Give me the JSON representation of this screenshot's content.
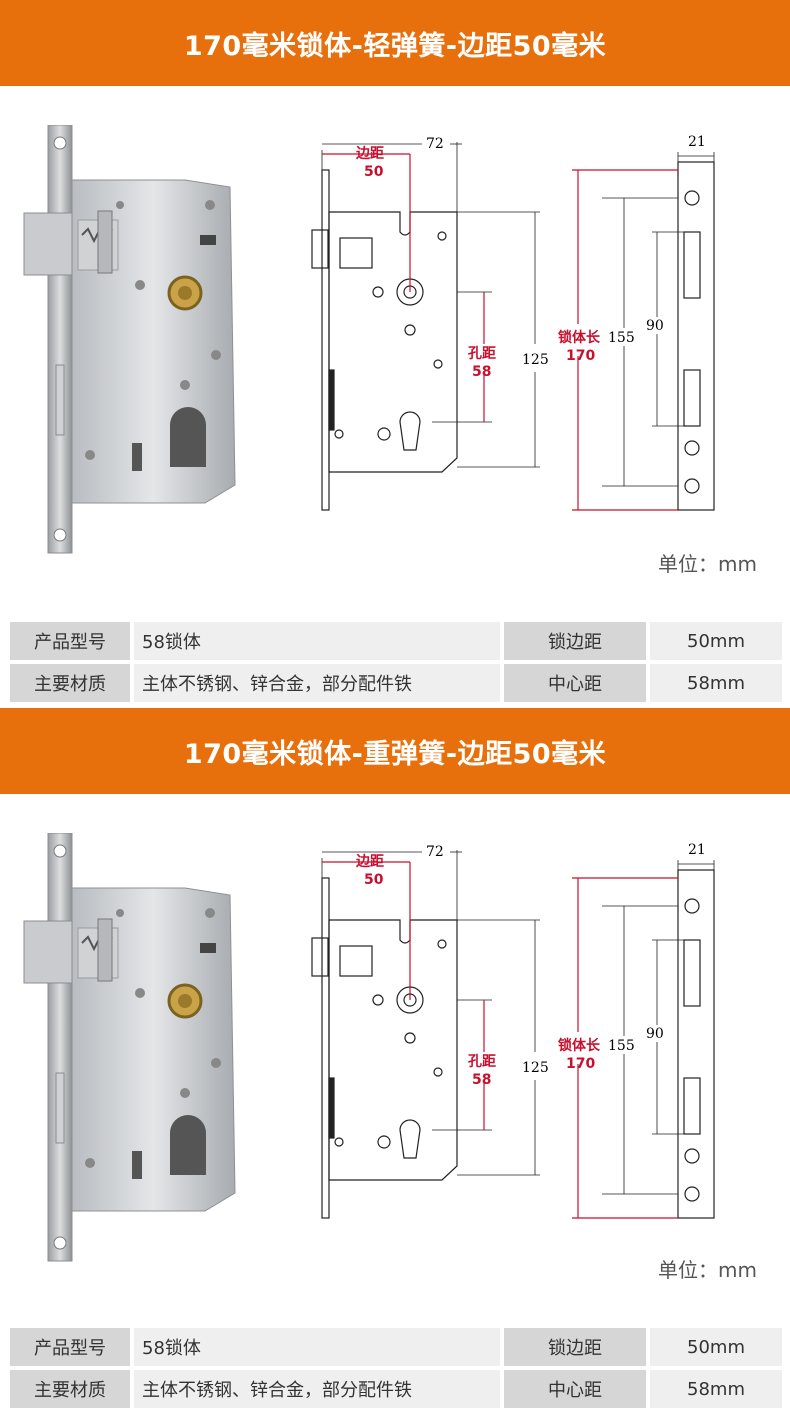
{
  "sections": [
    {
      "title": "170毫米锁体-轻弹簧-边距50毫米",
      "unit": "单位：mm",
      "dims": {
        "top_width": "72",
        "backset_label": "边距",
        "backset_value": "50",
        "hole_label": "孔距",
        "hole_value": "58",
        "body_height": "125",
        "lock_length_label": "锁体长",
        "lock_length_value": "170",
        "plate_length": "155",
        "plate_inner": "90",
        "plate_width": "21"
      },
      "specs": [
        {
          "label": "产品型号",
          "value": "58锁体",
          "label2": "锁边距",
          "value2": "50mm"
        },
        {
          "label": "主要材质",
          "value": "主体不锈钢、锌合金，部分配件铁",
          "label2": "中心距",
          "value2": "58mm"
        }
      ]
    },
    {
      "title": "170毫米锁体-重弹簧-边距50毫米",
      "unit": "单位：mm",
      "dims": {
        "top_width": "72",
        "backset_label": "边距",
        "backset_value": "50",
        "hole_label": "孔距",
        "hole_value": "58",
        "body_height": "125",
        "lock_length_label": "锁体长",
        "lock_length_value": "170",
        "plate_length": "155",
        "plate_inner": "90",
        "plate_width": "21"
      },
      "specs": [
        {
          "label": "产品型号",
          "value": "58锁体",
          "label2": "锁边距",
          "value2": "50mm"
        },
        {
          "label": "主要材质",
          "value": "主体不锈钢、锌合金，部分配件铁",
          "label2": "中心距",
          "value2": "58mm"
        }
      ]
    }
  ],
  "colors": {
    "banner": "#e8700c",
    "accent_red": "#c8102e"
  }
}
